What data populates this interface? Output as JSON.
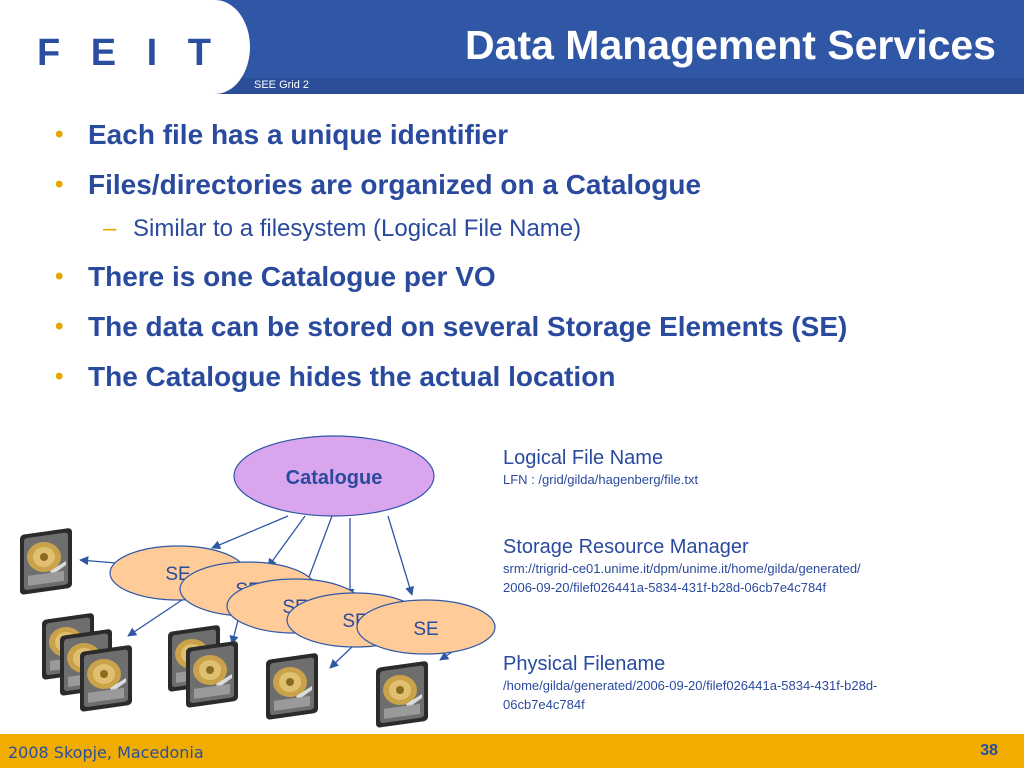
{
  "header": {
    "logo": "F E I T",
    "title": "Data Management Services",
    "subtitle": "SEE Grid 2"
  },
  "bullets": [
    "Each file has a unique identifier",
    "Files/directories are organized on a Catalogue",
    "There is one Catalogue per VO",
    "The data can be stored on several Storage Elements (SE)",
    "The Catalogue hides the actual location"
  ],
  "sub_bullets": [
    "Similar to a filesystem (Logical File Name)"
  ],
  "diagram": {
    "catalogue_label": "Catalogue",
    "se_label": "SE"
  },
  "info": {
    "lfn_title": "Logical File Name",
    "lfn_value": "LFN : /grid/gilda/hagenberg/file.txt",
    "srm_title": "Storage Resource Manager",
    "srm_value_1": "srm://trigrid-ce01.unime.it/dpm/unime.it/home/gilda/generated/",
    "srm_value_2": "2006-09-20/filef026441a-5834-431f-b28d-06cb7e4c784f",
    "pfn_title": "Physical Filename",
    "pfn_value_1": "/home/gilda/generated/2006-09-20/filef026441a-5834-431f-b28d-",
    "pfn_value_2": "06cb7e4c784f"
  },
  "footer": {
    "event": "2008 Skopje, Macedonia",
    "page": "38"
  },
  "colors": {
    "header": "#2f57a6",
    "text": "#2a4a9e",
    "accent": "#f0ad00",
    "catalogue_fill": "#d9a6ee",
    "se_fill": "#ffcc99"
  }
}
